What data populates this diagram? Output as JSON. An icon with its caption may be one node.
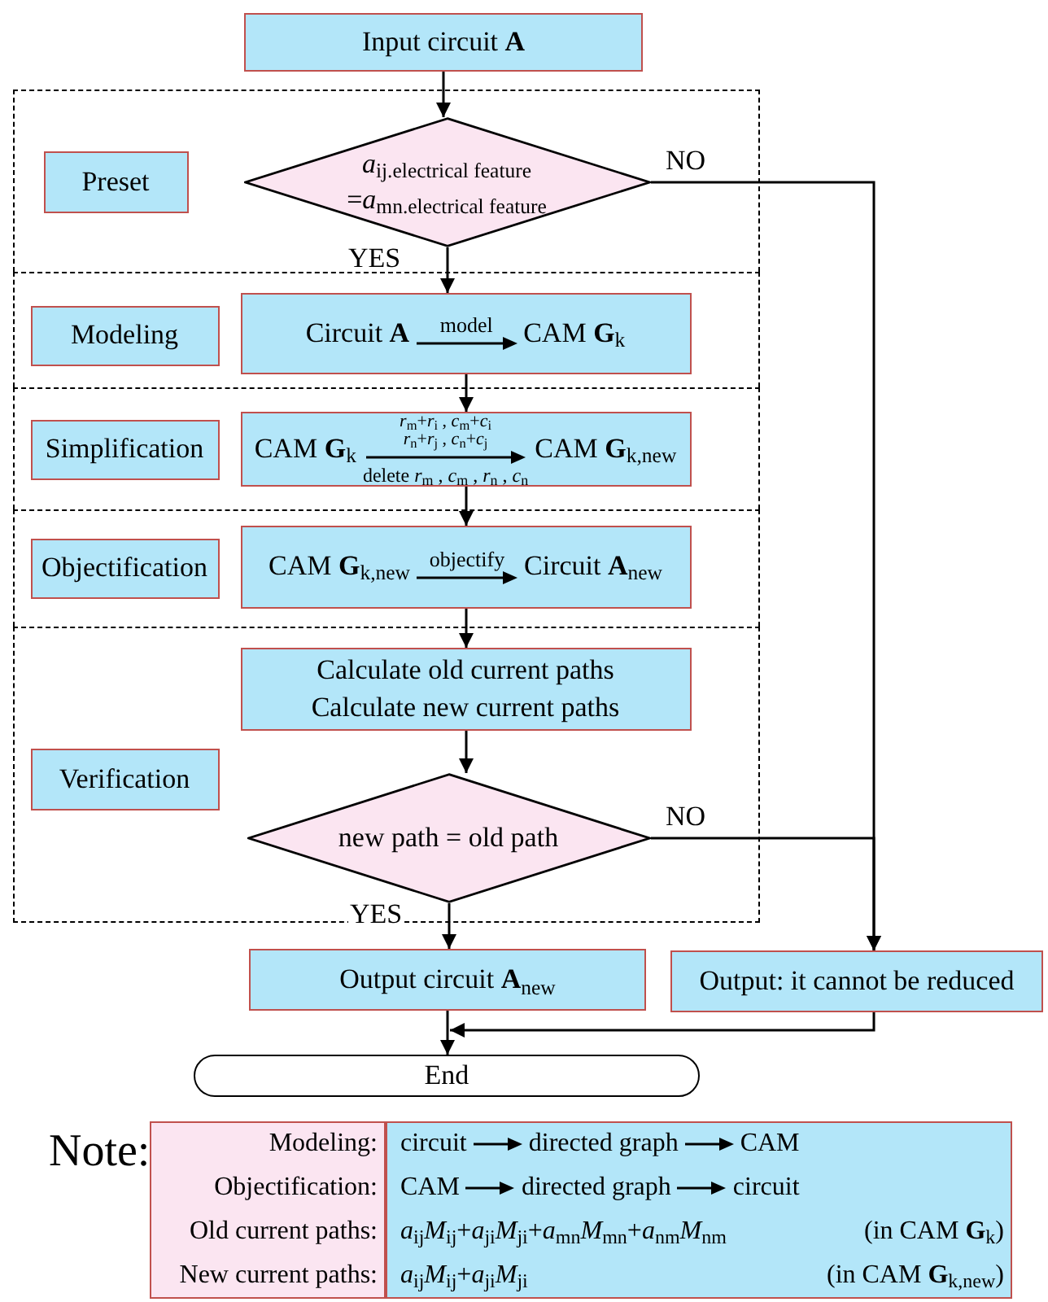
{
  "diagram": {
    "nodes": [
      {
        "text": [
          "Input circuit **A**"
        ]
      },
      {
        "text": [],
        "shape": "box"
      },
      {
        "text": [
          "Preset"
        ],
        "in": 1
      },
      {
        "text": [
          "*a*$_{ij.electrical feature}$ =*a*$_{mn.electrical feature}$"
        ],
        "in": 1
      },
      {
        "text": [],
        "shape": "box"
      },
      {
        "text": [
          "Modeling"
        ],
        "in": 4
      },
      {
        "text": [
          "Circuit **A**",
          "model",
          "CAM **G**$_{k}$"
        ],
        "in": 4
      },
      {
        "text": [],
        "shape": "box"
      },
      {
        "text": [
          "Simplification"
        ],
        "in": 7
      },
      {
        "text": [
          "CAM **G**$_{k}$",
          "*r*$_{m}$+*r*$_{i}$ , *c*$_{m}$+*c*$_{i}$",
          "*r*$_{n}$+*r*$_{j}$ , *c*$_{n}$+*c*$_{j}$",
          "delete *r*$_{m}$ , *c*$_{m}$ , *r*$_{n}$ , *c*$_{n}$",
          "CAM **G**$_{k,new}$"
        ],
        "in": 7
      },
      {
        "text": [],
        "shape": "box"
      },
      {
        "text": [
          "Objectification"
        ],
        "in": 10
      },
      {
        "text": [
          "CAM **G**$_{k,new}$",
          "objectify",
          "Circuit **A**$_{new}$"
        ],
        "in": 10
      },
      {
        "text": [],
        "shape": "box"
      },
      {
        "text": [
          "Verification"
        ],
        "in": 13
      },
      {
        "text": [
          "Calculate old current paths Calculate new current paths"
        ],
        "in": 13
      },
      {
        "text": [
          "new path = old path"
        ],
        "in": 13
      },
      {
        "text": [
          "Output circuit **A**$_{new}$"
        ]
      },
      {
        "text": [
          "Output: it cannot be reduced"
        ]
      },
      {
        "text": [
          "End"
        ]
      },
      {
        "text": [
          "Modeling:",
          "Objectification:",
          "Old current paths:",
          "New current paths:"
        ]
      },
      {
        "text": [
          "circuit",
          "directed graph",
          "CAM",
          "CAM",
          "directed graph",
          "circuit",
          "*a*$_{ij}$*M*$_{ij}$+*a*$_{ji}$*M*$_{ji}$+*a*$_{mn}$*M*$_{mn}$+*a*$_{nm}$*M*$_{nm}$",
          "(in CAM **G**$_{k}$)",
          "*a*$_{ij}$*M*$_{ij}$+*a*$_{ji}$*M*$_{ji}$",
          "(in CAM **G**$_{k,new}$)"
        ]
      }
    ],
    "edges": [
      {
        "from": 0,
        "to": 3,
        "arrow": "to"
      },
      {
        "from": 3,
        "to": 6,
        "arrow": "to",
        "label": "YES"
      },
      {
        "from": 3,
        "to": 18,
        "arrow": "to",
        "label": "NO"
      },
      {
        "from": 6,
        "to": 9,
        "arrow": "to"
      },
      {
        "from": 9,
        "to": 12,
        "arrow": "to"
      },
      {
        "from": 12,
        "to": 15,
        "arrow": "to"
      },
      {
        "from": 15,
        "to": 16,
        "arrow": "to"
      },
      {
        "from": 16,
        "to": 17,
        "arrow": "to",
        "label": "YES"
      },
      {
        "from": 16,
        "to": 18,
        "arrow": "to",
        "label": "NO"
      },
      {
        "from": 17,
        "to": 19,
        "arrow": "to"
      },
      {
        "from": 18,
        "to": 19,
        "arrow": "to"
      }
    ],
    "labels": [
      "Note:"
    ]
  }
}
